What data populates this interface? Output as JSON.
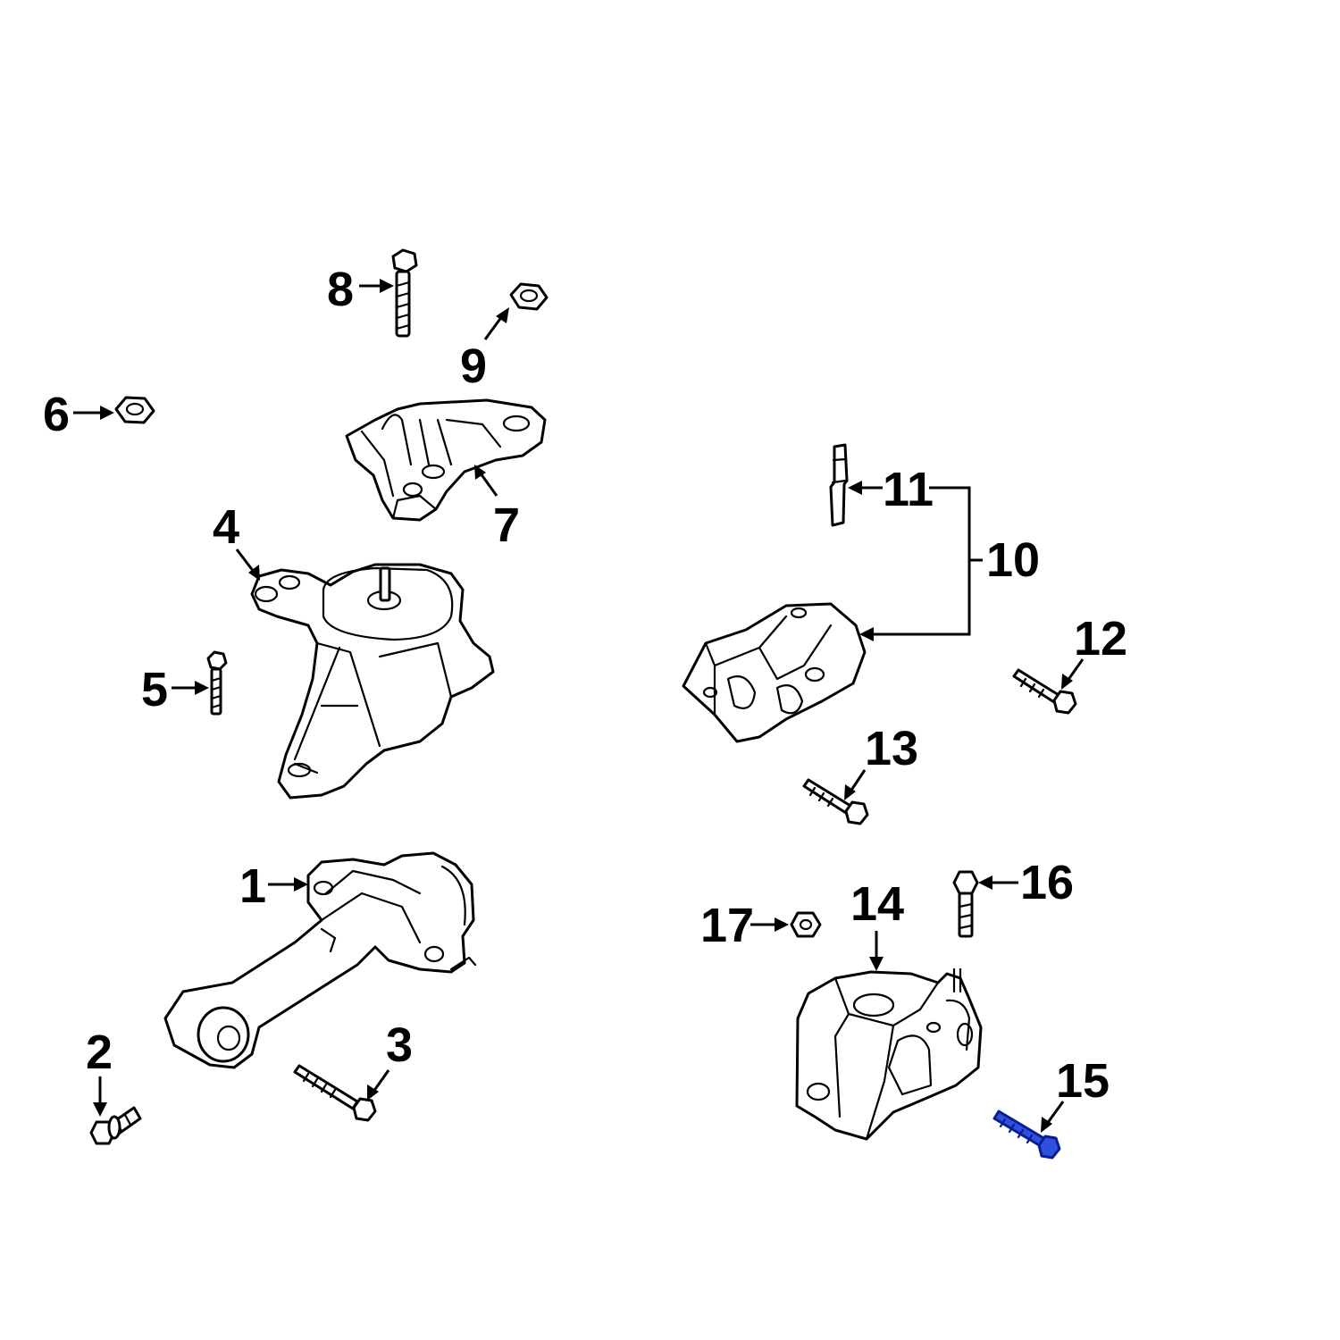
{
  "diagram": {
    "highlight_color": "#2f4fe0",
    "line_color": "#000000",
    "background": "#ffffff",
    "callouts": [
      {
        "id": "1",
        "label": "1"
      },
      {
        "id": "2",
        "label": "2"
      },
      {
        "id": "3",
        "label": "3"
      },
      {
        "id": "4",
        "label": "4"
      },
      {
        "id": "5",
        "label": "5"
      },
      {
        "id": "6",
        "label": "6"
      },
      {
        "id": "7",
        "label": "7"
      },
      {
        "id": "8",
        "label": "8"
      },
      {
        "id": "9",
        "label": "9"
      },
      {
        "id": "10",
        "label": "10"
      },
      {
        "id": "11",
        "label": "11"
      },
      {
        "id": "12",
        "label": "12"
      },
      {
        "id": "13",
        "label": "13"
      },
      {
        "id": "14",
        "label": "14"
      },
      {
        "id": "15",
        "label": "15",
        "highlighted": true
      },
      {
        "id": "16",
        "label": "16"
      },
      {
        "id": "17",
        "label": "17"
      }
    ]
  }
}
